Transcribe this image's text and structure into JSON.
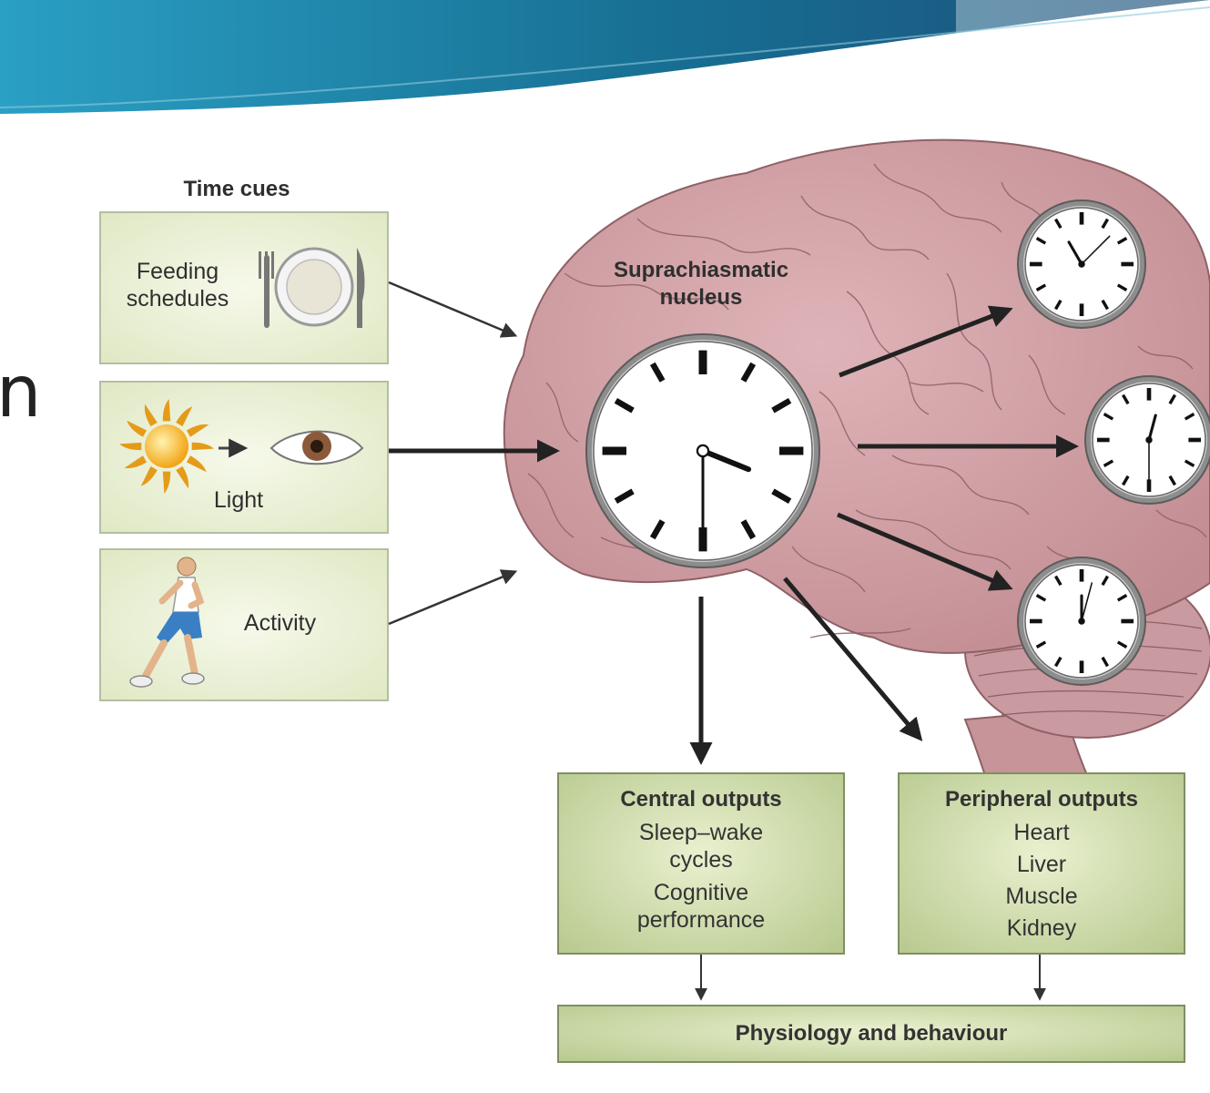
{
  "diagram": {
    "time_cues_title": "Time cues",
    "cues": {
      "feeding_line1": "Feeding",
      "feeding_line2": "schedules",
      "light": "Light",
      "activity": "Activity"
    },
    "scn_line1": "Suprachiasmatic",
    "scn_line2": "nucleus",
    "central": {
      "title": "Central outputs",
      "lines": [
        "Sleep–wake",
        "cycles",
        "Cognitive",
        "performance"
      ]
    },
    "peripheral": {
      "title": "Peripheral outputs",
      "lines": [
        "Heart",
        "Liver",
        "Muscle",
        "Kidney"
      ]
    },
    "bottom": "Physiology and behaviour"
  },
  "slide_fragment": "n",
  "colors": {
    "banner_dark": "#0e5f80",
    "banner_light": "#2aa0c4",
    "brain": "#d8a9ae",
    "box_fill": "#dfe8c4",
    "output_fill": "#c5d49f"
  }
}
